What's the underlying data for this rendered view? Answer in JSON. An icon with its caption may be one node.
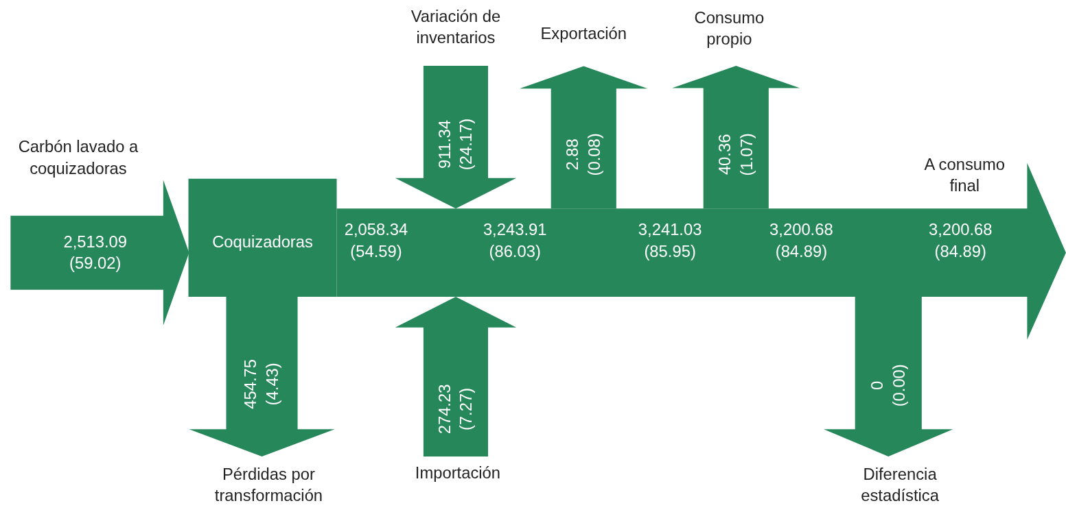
{
  "diagram": {
    "nodes": [
      {
        "text": [
          "Carbón lavado a coquizadoras"
        ]
      },
      {
        "text": [
          "Coquizadoras"
        ]
      },
      {
        "text": [
          "Variación de inventarios"
        ]
      },
      {
        "text": [
          "Exportación"
        ]
      },
      {
        "text": [
          "Consumo propio"
        ]
      },
      {
        "text": [
          "2,058.34 (54.59)",
          "3,243.91 (86.03)",
          "3,241.03 (85.95)",
          "3,200.68 (84.89)",
          "A consumo final",
          "3,200.68 (84.89)"
        ]
      },
      {
        "text": [
          "Pérdidas por transformación"
        ]
      },
      {
        "text": [
          "Importación"
        ]
      },
      {
        "text": [
          "Diferencia estadística"
        ]
      }
    ],
    "edges": [
      {
        "from": 0,
        "to": 1,
        "arrow": "to",
        "label": "2,513.09 (59.02)"
      },
      {
        "from": 1,
        "to": 6,
        "arrow": "to",
        "label": "454.75 (4.43)"
      },
      {
        "from": 2,
        "to": 5,
        "arrow": "to",
        "label": "911.34 (24.17)"
      },
      {
        "from": 7,
        "to": 5,
        "arrow": "to",
        "label": "274.23 (7.27)"
      },
      {
        "from": 5,
        "to": 3,
        "arrow": "to",
        "label": "2.88 (0.08)"
      },
      {
        "from": 5,
        "to": 4,
        "arrow": "to",
        "label": "40.36 (1.07)"
      },
      {
        "from": 5,
        "to": 8,
        "arrow": "to",
        "label": "0 (0.00)"
      }
    ]
  }
}
